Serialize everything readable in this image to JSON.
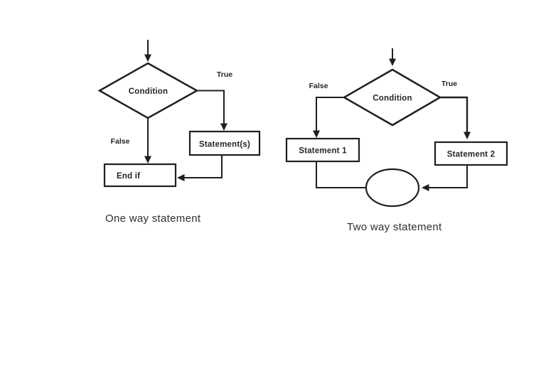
{
  "one_way": {
    "caption": "One way statement",
    "condition": "Condition",
    "true_label": "True",
    "false_label": "False",
    "statements": "Statement(s)",
    "end_if": "End if"
  },
  "two_way": {
    "caption": "Two way statement",
    "condition": "Condition",
    "true_label": "True",
    "false_label": "False",
    "statement_1": "Statement 1",
    "statement_2": "Statement 2"
  },
  "colors": {
    "background": "#ffffff",
    "line": "#1f1f1f",
    "text": "#262626"
  }
}
